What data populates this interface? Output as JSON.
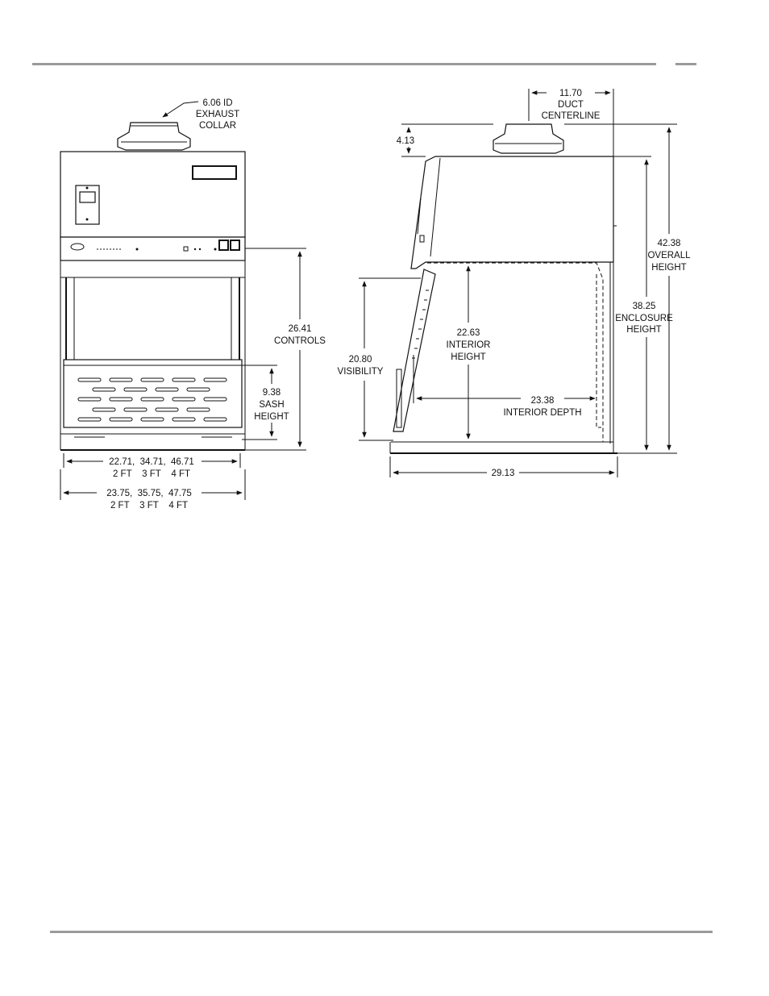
{
  "header": {
    "rule_color": "#9a9a9a"
  },
  "front_view": {
    "exhaust_collar": {
      "line1": "6.06 ID",
      "line2": "EXHAUST",
      "line3": "COLLAR"
    },
    "controls": {
      "value": "26.41",
      "label": "CONTROLS"
    },
    "sash_height": {
      "value": "9.38",
      "line2": "SASH",
      "line3": "HEIGHT"
    },
    "inner_width": {
      "values": "22.71,  34.71,  46.71",
      "sizes": "2 FT    3 FT    4 FT"
    },
    "outer_width": {
      "values": "23.75,  35.75,  47.75",
      "sizes": "2 FT    3 FT    4 FT"
    }
  },
  "side_view": {
    "duct_centerline": {
      "value": "11.70",
      "line2": "DUCT",
      "line3": "CENTERLINE"
    },
    "collar_height": {
      "value": "4.13"
    },
    "overall_height": {
      "value": "42.38",
      "line2": "OVERALL",
      "line3": "HEIGHT"
    },
    "enclosure_height": {
      "value": "38.25",
      "line2": "ENCLOSURE",
      "line3": "HEIGHT"
    },
    "interior_height": {
      "value": "22.63",
      "line2": "INTERIOR",
      "line3": "HEIGHT"
    },
    "visibility": {
      "value": "20.80",
      "label": "VISIBILITY"
    },
    "interior_depth": {
      "value": "23.38",
      "label": "INTERIOR DEPTH"
    },
    "overall_depth": {
      "value": "29.13"
    }
  }
}
